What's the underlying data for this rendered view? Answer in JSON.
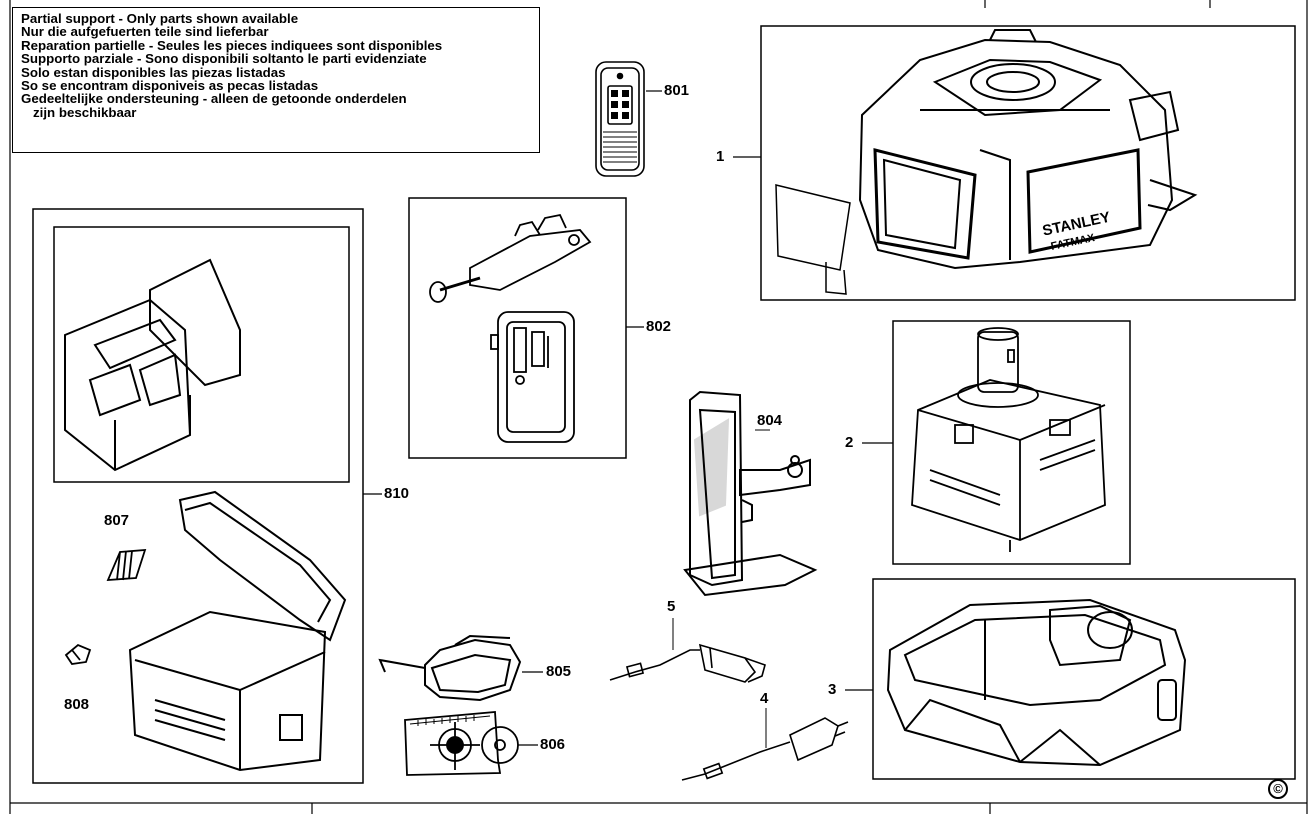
{
  "notice": {
    "lines": [
      "Partial support - Only parts shown available",
      "Nur die aufgefuerten teile sind lieferbar",
      "Reparation partielle - Seules les pieces indiquees sont disponibles",
      "Supporto parziale - Sono disponibili soltanto le parti evidenziate",
      "Solo estan disponibles las piezas listadas",
      "So se encontram disponiveis as pecas listadas",
      "Gedeeltelijke ondersteuning - alleen de getoonde onderdelen",
      "zijn beschikbaar"
    ]
  },
  "parts": {
    "p801": "801",
    "p1": "1",
    "p802": "802",
    "p810": "810",
    "p804": "804",
    "p2": "2",
    "p807": "807",
    "p808": "808",
    "p5": "5",
    "p805": "805",
    "p3": "3",
    "p4": "4",
    "p806": "806"
  },
  "brand": {
    "line1": "STANLEY",
    "line2": "FATMAX"
  },
  "copyright": "©"
}
